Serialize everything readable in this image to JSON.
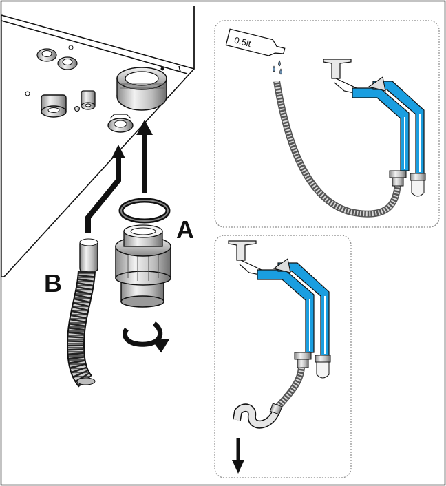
{
  "labels": {
    "part_a": "A",
    "part_b": "B",
    "fill_volume": "0,5lt"
  },
  "colors": {
    "outline": "#111111",
    "siphon_blue": "#1a9ee0",
    "panel_border": "#8a8a8a",
    "metal_light": "#e8e8e8",
    "metal_mid": "#bdbdbd",
    "metal_dark": "#6e6e6e"
  },
  "icons": {
    "rotation": "clockwise-rotation-arrow-icon",
    "drain": "down-arrow-icon"
  }
}
